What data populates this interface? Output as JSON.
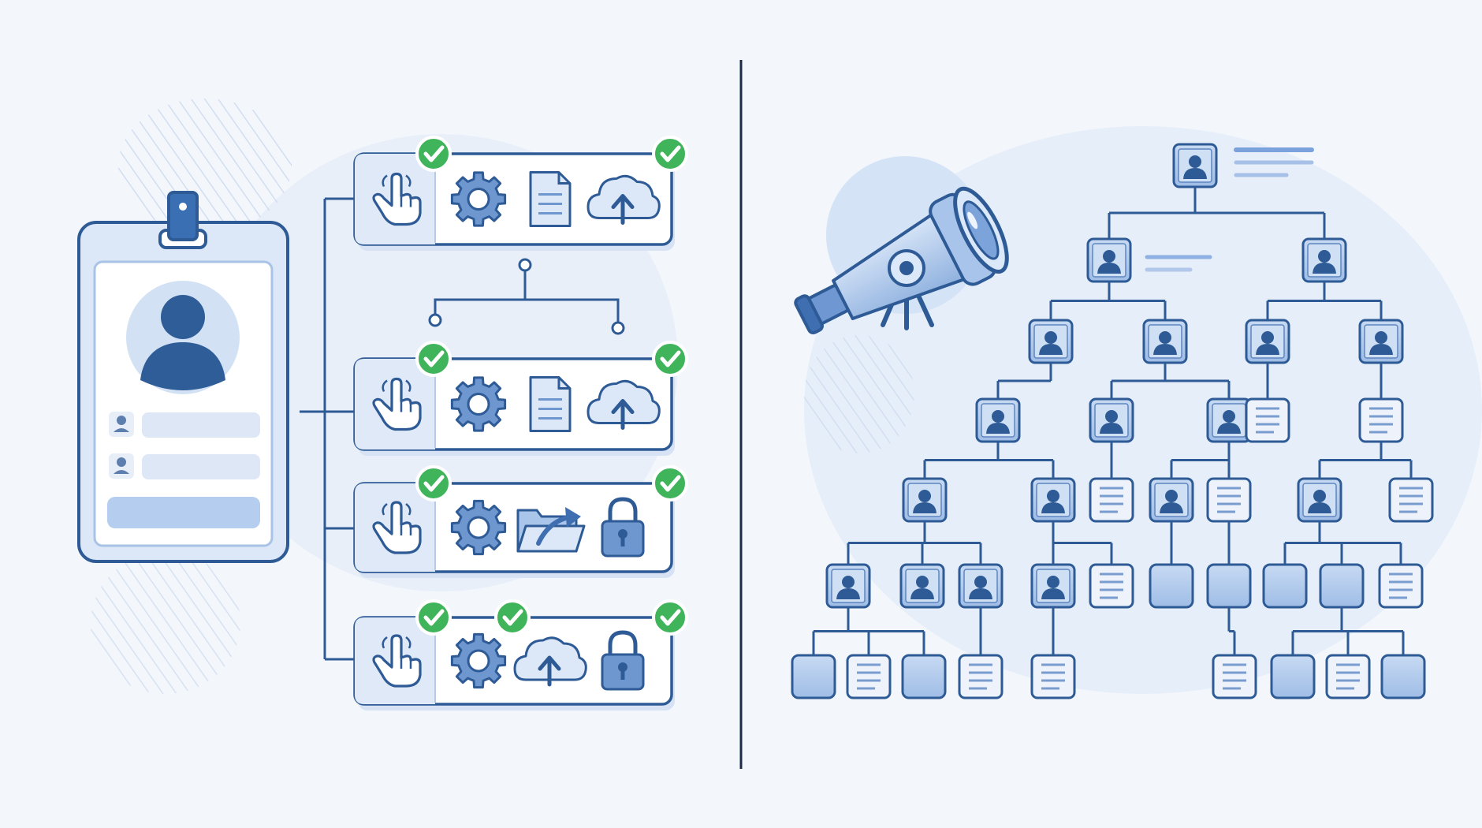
{
  "colors": {
    "background": "#f3f7fc",
    "blob": "#e6eef9",
    "blob_strong": "#dbe6f6",
    "primary": "#2e5b96",
    "tile_fill": "#b9d0ef",
    "tile_soft": "#e7eef8",
    "panel_fill": "#ffffff",
    "check_green": "#3fb45a",
    "divider": "#1c2b44",
    "text_line": "#8eaee0"
  },
  "id_badge": {
    "icon": "user-avatar-icon",
    "fields": [
      "field-user-icon",
      "field-user-icon"
    ],
    "button": "badge-action-bar"
  },
  "permission_rows": [
    {
      "icons": [
        "pointer-hand-icon",
        "gear-icon",
        "document-icon",
        "cloud-upload-icon"
      ],
      "checks": [
        "pointer-hand-icon",
        "cloud-upload-icon"
      ]
    },
    {
      "icons": [
        "pointer-hand-icon",
        "gear-icon",
        "document-icon",
        "cloud-upload-icon"
      ],
      "checks": [
        "pointer-hand-icon",
        "cloud-upload-icon"
      ]
    },
    {
      "icons": [
        "pointer-hand-icon",
        "gear-icon",
        "folder-share-icon",
        "padlock-icon"
      ],
      "checks": [
        "pointer-hand-icon",
        "padlock-icon"
      ]
    },
    {
      "icons": [
        "pointer-hand-icon",
        "gear-icon",
        "cloud-upload-icon",
        "padlock-icon"
      ],
      "checks": [
        "pointer-hand-icon",
        "gear-icon",
        "padlock-icon"
      ]
    }
  ],
  "telescope": {
    "icon": "telescope-icon"
  },
  "hierarchy": {
    "nodes": [
      {
        "id": "root",
        "type": "user"
      },
      {
        "id": "a1",
        "type": "user",
        "parent": "root"
      },
      {
        "id": "a2",
        "type": "user",
        "parent": "root"
      },
      {
        "id": "b1",
        "type": "user",
        "parent": "a1"
      },
      {
        "id": "b2",
        "type": "user",
        "parent": "a1"
      },
      {
        "id": "b3",
        "type": "user",
        "parent": "a2"
      },
      {
        "id": "b4",
        "type": "user",
        "parent": "a2"
      },
      {
        "id": "c1",
        "type": "user",
        "parent": "b1"
      },
      {
        "id": "c2",
        "type": "user",
        "parent": "b2"
      },
      {
        "id": "c3",
        "type": "user",
        "parent": "b2"
      },
      {
        "id": "c4",
        "type": "doc",
        "parent": "b3"
      },
      {
        "id": "c5",
        "type": "doc",
        "parent": "b4"
      },
      {
        "id": "d1",
        "type": "user",
        "parent": "c1"
      },
      {
        "id": "d2",
        "type": "user",
        "parent": "c1"
      },
      {
        "id": "d3",
        "type": "doc",
        "parent": "c2"
      },
      {
        "id": "d4",
        "type": "user",
        "parent": "c3"
      },
      {
        "id": "d5",
        "type": "doc",
        "parent": "c3"
      },
      {
        "id": "d6",
        "type": "user",
        "parent": "c5"
      },
      {
        "id": "d7",
        "type": "doc",
        "parent": "c5"
      },
      {
        "id": "e1",
        "type": "user",
        "parent": "d1"
      },
      {
        "id": "e2",
        "type": "user",
        "parent": "d1"
      },
      {
        "id": "e3",
        "type": "user",
        "parent": "d1"
      },
      {
        "id": "e4",
        "type": "user",
        "parent": "d2"
      },
      {
        "id": "e5",
        "type": "doc",
        "parent": "d2"
      },
      {
        "id": "e6",
        "type": "blank",
        "parent": "d4"
      },
      {
        "id": "e7",
        "type": "blank",
        "parent": "d5"
      },
      {
        "id": "e8",
        "type": "blank",
        "parent": "d6"
      },
      {
        "id": "e9",
        "type": "blank",
        "parent": "d6"
      },
      {
        "id": "e10",
        "type": "doc",
        "parent": "d6"
      },
      {
        "id": "f1",
        "type": "blank",
        "parent": "e1"
      },
      {
        "id": "f2",
        "type": "doc",
        "parent": "e1"
      },
      {
        "id": "f3",
        "type": "blank",
        "parent": "e1"
      },
      {
        "id": "f4",
        "type": "doc",
        "parent": "e3"
      },
      {
        "id": "f5",
        "type": "doc",
        "parent": "e4"
      },
      {
        "id": "f6",
        "type": "doc",
        "parent": "e7"
      },
      {
        "id": "f7",
        "type": "blank",
        "parent": "e9"
      },
      {
        "id": "f8",
        "type": "doc",
        "parent": "e9"
      },
      {
        "id": "f9",
        "type": "blank",
        "parent": "e9"
      }
    ]
  }
}
